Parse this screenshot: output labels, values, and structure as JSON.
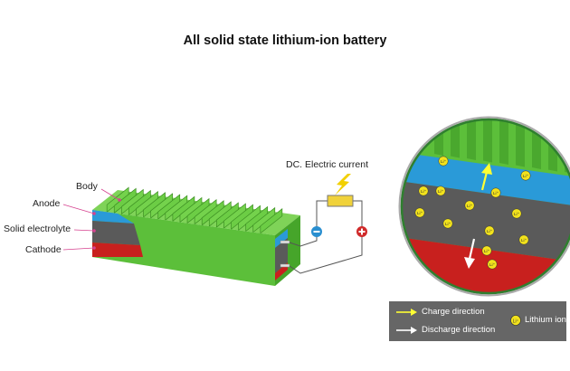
{
  "title": "All solid state lithium-ion battery",
  "labels": {
    "body": "Body",
    "anode": "Anode",
    "solid_electrolyte": "Solid electrolyte",
    "cathode": "Cathode",
    "dc_current": "DC. Electric current",
    "minus": "−",
    "plus": "+"
  },
  "zoom": {
    "ion_label": "Li⁺"
  },
  "legend": {
    "charge": "Charge direction",
    "discharge": "Discharge direction",
    "lithium_ion": "Lithium ion"
  },
  "colors": {
    "body_green": "#5cbf3a",
    "anode_blue": "#2a9ad8",
    "electrolyte_gray": "#5a5a5a",
    "cathode_red": "#c8201e",
    "ion_yellow": "#f2e21c",
    "charge_arrow": "#ffff33",
    "legend_bg": "#666666"
  },
  "icons": [
    "lightning-icon",
    "minus-terminal-icon",
    "plus-terminal-icon",
    "resistor-icon"
  ]
}
